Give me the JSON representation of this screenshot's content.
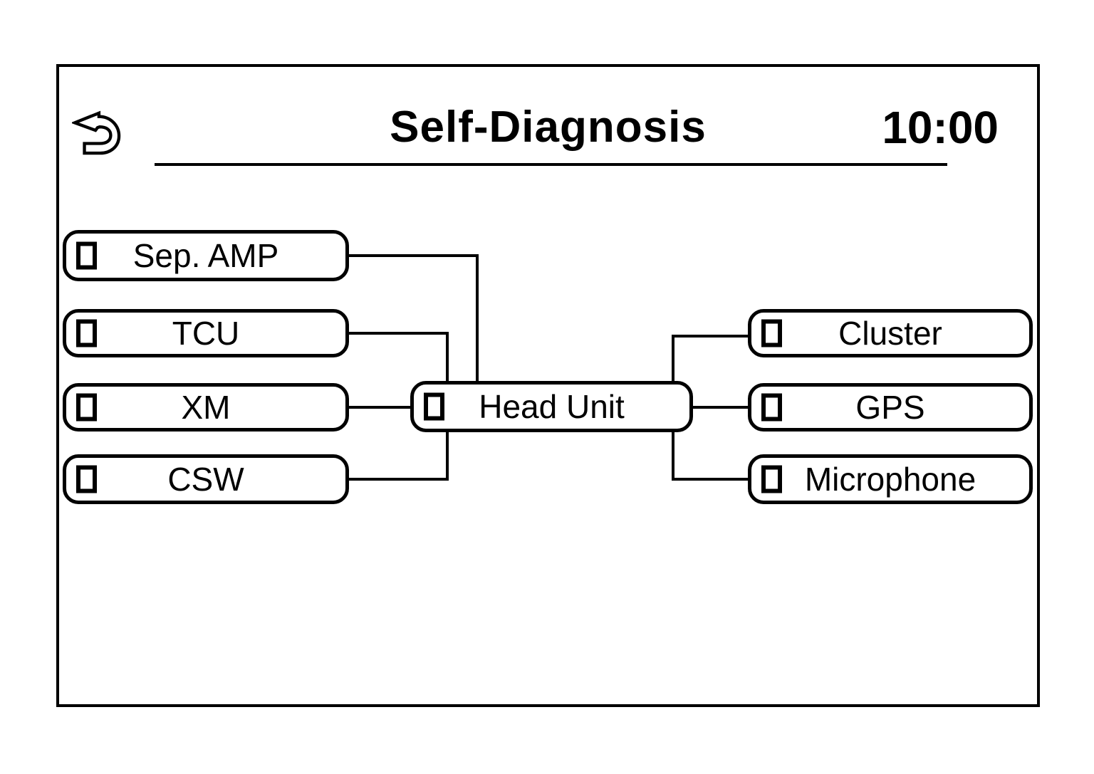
{
  "header": {
    "title": "Self-Diagnosis",
    "clock": "10:00",
    "back_icon": "back-arrow-icon"
  },
  "diagram": {
    "node_status_icon": "empty-status-box-icon",
    "center_node": {
      "label": "Head Unit"
    },
    "left_nodes": [
      {
        "label": "Sep. AMP"
      },
      {
        "label": "TCU"
      },
      {
        "label": "XM"
      },
      {
        "label": "CSW"
      }
    ],
    "right_nodes": [
      {
        "label": "Cluster"
      },
      {
        "label": "GPS"
      },
      {
        "label": "Microphone"
      }
    ]
  },
  "colors": {
    "foreground": "#000000",
    "background": "#ffffff"
  }
}
